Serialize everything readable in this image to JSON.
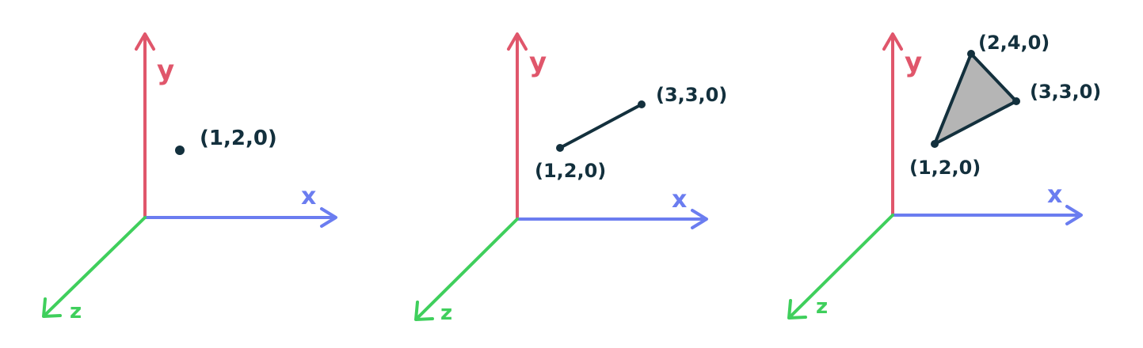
{
  "colors": {
    "y_axis": "#e0566b",
    "x_axis": "#6b7df0",
    "z_axis": "#3fcf5c",
    "ink": "#13303d",
    "fill": "#b5b5b5"
  },
  "panels": [
    {
      "name": "point",
      "axis_labels": {
        "x": "x",
        "y": "y",
        "z": "z"
      },
      "points": [
        {
          "label": "(1,2,0)"
        }
      ]
    },
    {
      "name": "line",
      "axis_labels": {
        "x": "x",
        "y": "y",
        "z": "z"
      },
      "points": [
        {
          "label": "(1,2,0)"
        },
        {
          "label": "(3,3,0)"
        }
      ]
    },
    {
      "name": "triangle",
      "axis_labels": {
        "x": "x",
        "y": "y",
        "z": "z"
      },
      "points": [
        {
          "label": "(1,2,0)"
        },
        {
          "label": "(3,3,0)"
        },
        {
          "label": "(2,4,0)"
        }
      ]
    }
  ]
}
